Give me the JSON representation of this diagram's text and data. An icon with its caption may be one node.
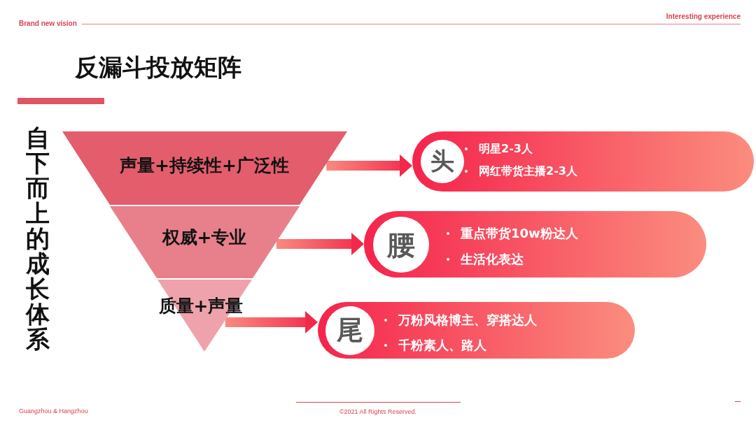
{
  "diagram": {
    "title": "反漏斗投放矩阵",
    "nodes": [
      {
        "text": [
          "声量+持续性+广泛性"
        ]
      },
      {
        "text": [
          "权威+专业"
        ]
      },
      {
        "text": [
          "质量+声量"
        ]
      },
      {
        "text": [
          "明星2-3人",
          "网红带货主播2-3人"
        ]
      },
      {
        "text": [
          "头"
        ],
        "in": 3
      },
      {
        "text": [
          "重点带货10w粉达人",
          "生活化表达"
        ]
      },
      {
        "text": [
          "腰"
        ],
        "in": 5
      },
      {
        "text": [
          "万粉风格博主、穿搭达人",
          "千粉素人、路人"
        ]
      },
      {
        "text": [
          "尾"
        ],
        "in": 7
      }
    ],
    "edges": [
      {
        "from": 0,
        "to": 3,
        "arrow": "to"
      },
      {
        "from": 1,
        "to": 5,
        "arrow": "to"
      },
      {
        "from": 2,
        "to": 7,
        "arrow": "to"
      }
    ],
    "labels": [
      "Brand new vision",
      "Interesting experience",
      "自下而上的成长体系",
      "Guangzhou & Hangzhou",
      "©2021 All Rights Reserved."
    ]
  }
}
